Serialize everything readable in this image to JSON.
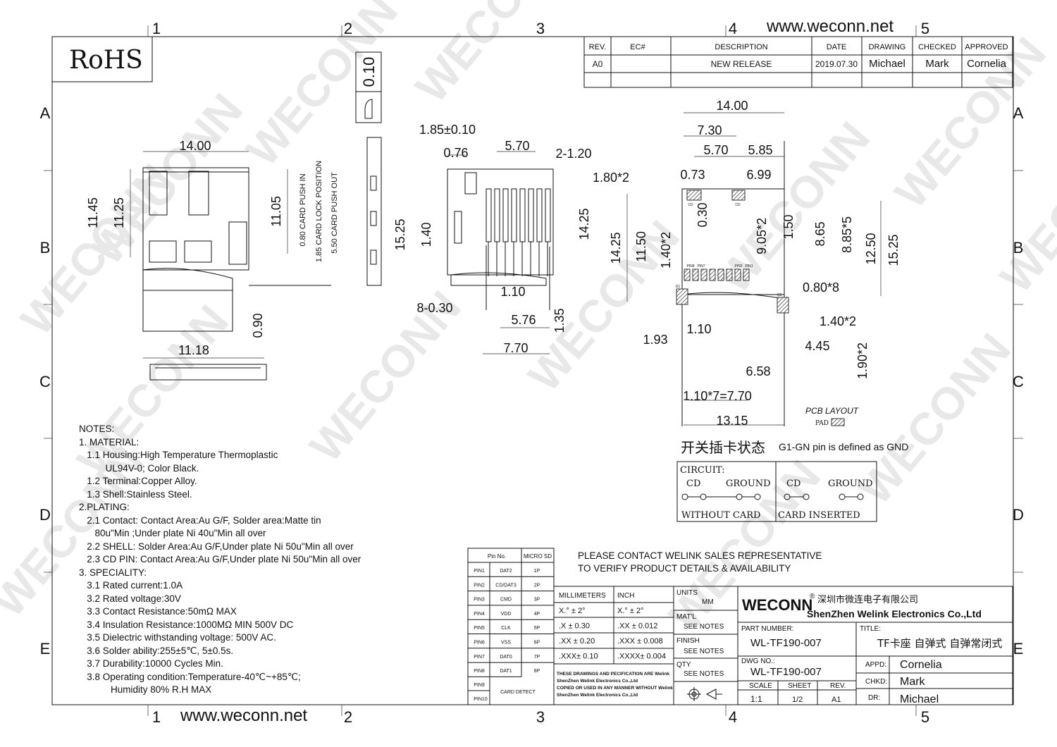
{
  "site": "www.weconn.net",
  "rohs": "RoHS",
  "zones": {
    "columns": [
      "1",
      "2",
      "3",
      "4",
      "5"
    ],
    "rows": [
      "A",
      "B",
      "C",
      "D",
      "E"
    ]
  },
  "revision_table": {
    "headers": [
      "REV.",
      "EC#",
      "DESCRIPTION",
      "DATE",
      "DRAWING",
      "CHECKED",
      "APPROVED"
    ],
    "rows": [
      [
        "A0",
        "",
        "NEW RELEASE",
        "2019.07.30",
        "Michael",
        "Mark",
        "Cornelia"
      ]
    ]
  },
  "watermark": "WECONN",
  "dimensions": {
    "left_view": [
      "14.00",
      "11.45",
      "11.25",
      "11.05",
      "0.80  CARD PUSH IN",
      "1.85  CARD LOCK POSITION",
      "5.50  CARD PUSH OUT",
      "0.90",
      "11.18"
    ],
    "side_view": [
      "0.10",
      "1.85±0.10"
    ],
    "middle_view": [
      "0.76",
      "5.70",
      "2-1.20",
      "1.80*2",
      "15.25",
      "1.40",
      "14.25",
      "1.10",
      "8-0.30",
      "5.76",
      "1.35",
      "7.70"
    ],
    "pcb_view": [
      "14.00",
      "7.30",
      "5.70",
      "5.85",
      "0.73",
      "6.99",
      "0.30",
      "14.25",
      "11.50",
      "1.40*2",
      "9.05*2",
      "1.50",
      "8.65",
      "8.85*5",
      "12.50",
      "15.25",
      "0.80*8",
      "1.40*2",
      "1.10",
      "1.93",
      "4.45",
      "1.90*2",
      "6.58",
      "1.10*7=7.70",
      "13.15"
    ],
    "pin_labels": [
      "PIN8",
      "PIN7",
      "PIN2",
      "PIN1",
      "CD",
      "CD",
      "G1",
      "G2"
    ]
  },
  "pcb_layout": {
    "title": "PCB LAYOUT",
    "pad_label": "PAD"
  },
  "switch_state": {
    "title": "开关插卡状态",
    "gnd_note": "G1-GN pin is defined as GND",
    "circuit_label": "CIRCUIT:",
    "without": {
      "cd": "CD",
      "ground": "GROUND",
      "label": "WITHOUT  CARD"
    },
    "inserted": {
      "cd": "CD",
      "ground": "GROUND",
      "label": "CARD  INSERTED"
    }
  },
  "contact_note": [
    "PLEASE CONTACT WELINK SALES REPRESENTATIVE",
    "TO VERIFY PRODUCT DETAILS & AVAILABILITY"
  ],
  "notes": [
    "NOTES:",
    "1. MATERIAL:",
    "   1.1 Housing:High Temperature Thermoplastic",
    "          UL94V-0; Color Black.",
    "   1.2 Terminal:Copper Alloy.",
    "   1.3 Shell:Stainless Steel.",
    "2.PLATING:",
    "   2.1 Contact: Contact Area:Au G/F, Solder area:Matte tin",
    "      80u\"Min ;Under plate Ni 40u\"Min all over",
    "   2.2 SHELL: Solder Area:Au G/F,Under plate Ni 50u\"Min all over",
    "   2.3 CD PIN: Contact Area:Au G/F,Under plate Ni 50u\"Min all over",
    "3. SPECIALITY:",
    "   3.1 Rated current:1.0A",
    "   3.2 Rated voltage:30V",
    "   3.3 Contact Resistance:50mΩ MAX",
    "   3.4 Insulation Resistance:1000MΩ MIN 500V DC",
    "   3.5 Dielectric withstanding voltage: 500V AC.",
    "   3.6 Solder ability:255±5℃, 5±0.5s.",
    "   3.7 Durability:10000 Cycles Min.",
    "   3.8 Operating condition:Temperature-40℃~+85℃;",
    "            Humidity 80% R.H MAX"
  ],
  "pin_table": {
    "headers": [
      "Pin No.",
      "MICRO SD"
    ],
    "rows": [
      [
        "PIN1",
        "DAT2",
        "1P"
      ],
      [
        "PIN2",
        "CD/DAT3",
        "2P"
      ],
      [
        "PIN3",
        "CMD",
        "3P"
      ],
      [
        "PIN4",
        "VDD",
        "4P"
      ],
      [
        "PIN5",
        "CLK",
        "5P"
      ],
      [
        "PIN6",
        "VSS",
        "6P"
      ],
      [
        "PIN7",
        "DAT0",
        "7P"
      ],
      [
        "PIN8",
        "DAT1",
        "8P"
      ]
    ],
    "pin9": "PIN9",
    "pin10": "PIN10",
    "card_detect": "CARD DETECT"
  },
  "tolerance": {
    "headers": [
      "MILLIMETERS",
      "INCH"
    ],
    "rows": [
      [
        "X.° ± 2°",
        "X.° ± 2°"
      ],
      [
        ".X   ± 0.30",
        ".XX   ± 0.012"
      ],
      [
        ".XX  ± 0.20",
        ".XXX  ± 0.008"
      ],
      [
        ".XXX± 0.10",
        ".XXXX± 0.004"
      ]
    ],
    "disclaimer": [
      "THESE DRAWINGS AND PECIFICATION ARE Welink",
      "ShenZhen Welink Electronics Co.,Ltd",
      " COPIED OR USED IN ANY MANNER WITHOUT Welink",
      "ShenZhen Welink Electronics Co.,Ltd"
    ]
  },
  "title_block": {
    "units_label": "UNITS",
    "units": "MM",
    "matl_label": "MAT'L",
    "matl": "SEE NOTES",
    "finish_label": "FINISH",
    "finish": "SEE NOTES",
    "qty_label": "QTY",
    "qty": "SEE NOTES",
    "brand": "WECONN",
    "reg": "®",
    "company_cn": "深圳市微连电子有限公司",
    "company_en": "ShenZhen Welink Electronics Co.,Ltd",
    "part_number_label": "PART NUMBER:",
    "part_number": "WL-TF190-007",
    "title_label": "TITLE:",
    "title": "TF卡座 自弹式 自弹常闭式",
    "dwg_no_label": "DWG NO.:",
    "dwg_no": "WL-TF190-007",
    "scale_label": "SCALE",
    "scale": "1:1",
    "sheet_label": "SHEET",
    "sheet": "1/2",
    "rev_label": "REV.",
    "rev": "A1",
    "appd_label": "APPD:",
    "appd": "Cornelia",
    "chkd_label": "CHKD:",
    "chkd": "Mark",
    "dr_label": "DR:",
    "dr": "Michael"
  }
}
